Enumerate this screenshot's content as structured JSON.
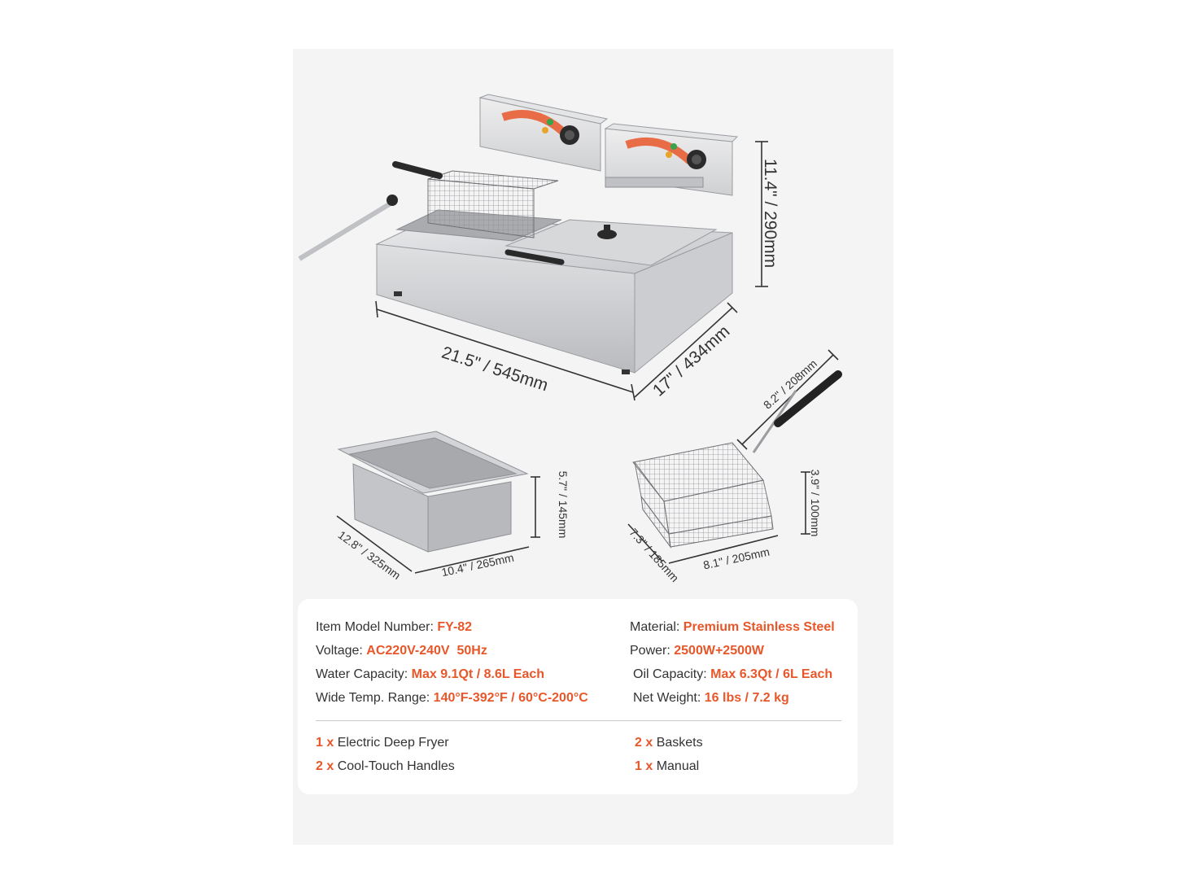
{
  "dimensions": {
    "fryer_height": "11.4\" / 290mm",
    "fryer_width": "21.5\" / 545mm",
    "fryer_depth": "17\" / 434mm",
    "basket_handle": "8.2\" / 208mm",
    "tank_height": "5.7\" / 145mm",
    "tank_length": "12.8\" / 325mm",
    "tank_width": "10.4\" / 265mm",
    "basket_height": "3.9\" / 100mm",
    "basket_depth": "7.3\" / 185mm",
    "basket_width": "8.1\" / 205mm"
  },
  "specs": [
    {
      "label": "Item Model Number: ",
      "value": "FY-82"
    },
    {
      "label": "Material: ",
      "value": "Premium Stainless Steel"
    },
    {
      "label": "Voltage: ",
      "value": "AC220V-240V  50Hz"
    },
    {
      "label": "Power: ",
      "value": "2500W+2500W"
    },
    {
      "label": "Water Capacity: ",
      "value": "Max 9.1Qt / 8.6L Each"
    },
    {
      "label": "Oil Capacity: ",
      "value": "Max 6.3Qt / 6L Each"
    },
    {
      "label": "Wide Temp. Range: ",
      "value": "140°F-392°F / 60°C-200°C"
    },
    {
      "label": "Net Weight: ",
      "value": "16 lbs / 7.2 kg"
    }
  ],
  "package": [
    {
      "qty": "1 x",
      "item": " Electric Deep Fryer"
    },
    {
      "qty": "2 x",
      "item": " Baskets"
    },
    {
      "qty": "2 x",
      "item": " Cool-Touch Handles"
    },
    {
      "qty": "1 x",
      "item": " Manual"
    }
  ],
  "colors": {
    "accent": "#e8572a",
    "panel": "#f4f4f4",
    "steel": "#c9cbcd"
  }
}
